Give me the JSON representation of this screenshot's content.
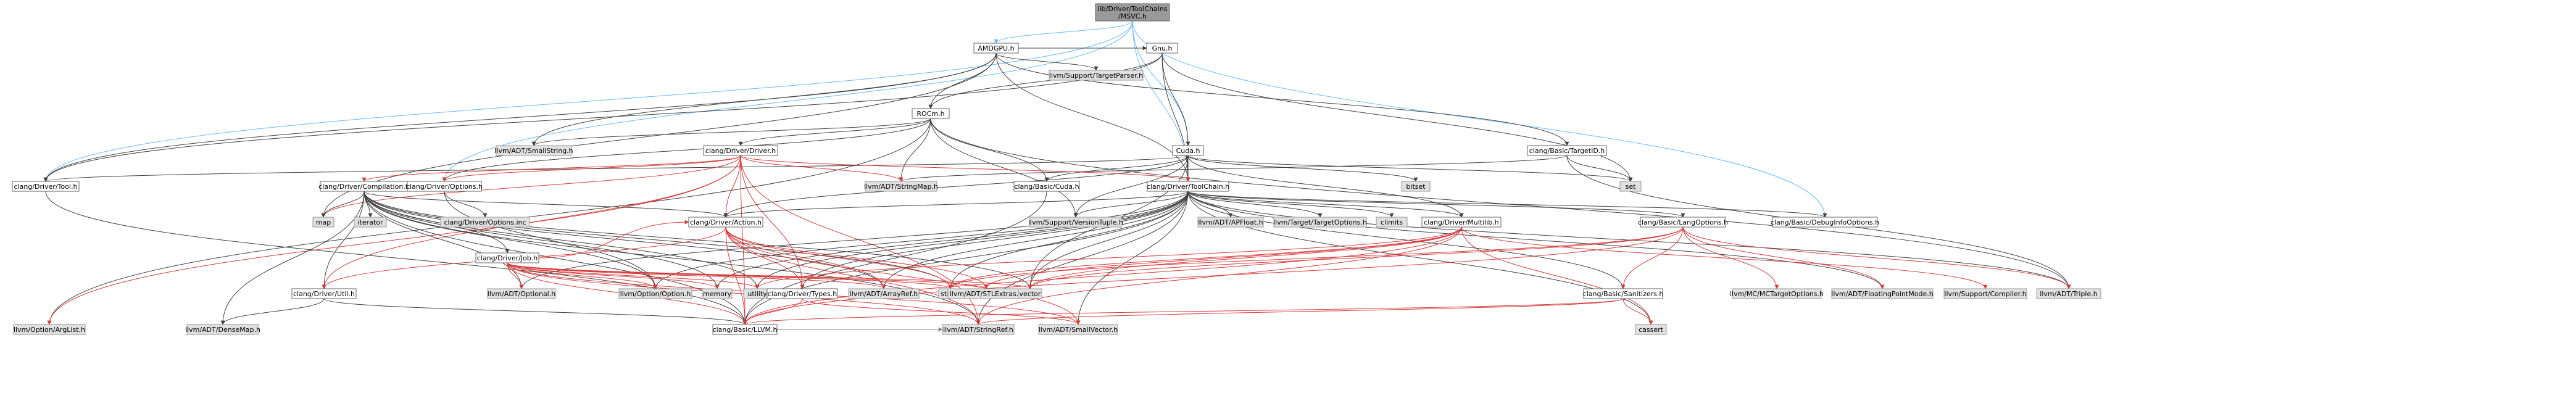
{
  "colors": {
    "root_fill": "#999999",
    "root_stroke": "#666666",
    "doc_fill": "#ffffff",
    "doc_stroke": "#666666",
    "ext_fill": "#e0e0e0",
    "ext_stroke": "#999999",
    "edge_blue": "#63b8ff",
    "edge_red": "#d63a3a",
    "edge_dark": "#404040",
    "edge_gray": "#888888",
    "edge_green": "#2e8b57"
  },
  "nodes": [
    {
      "id": "root",
      "label": "lib/Driver/ToolChains\n/MSVC.h",
      "kind": "root"
    },
    {
      "id": "amdgpu",
      "label": "AMDGPU.h",
      "kind": "doc"
    },
    {
      "id": "gnu",
      "label": "Gnu.h",
      "kind": "doc"
    },
    {
      "id": "targetparser",
      "label": "llvm/Support/TargetParser.h",
      "kind": "ext"
    },
    {
      "id": "rocm",
      "label": "ROCm.h",
      "kind": "doc"
    },
    {
      "id": "targetid",
      "label": "clang/Basic/TargetID.h",
      "kind": "doc"
    },
    {
      "id": "cuda",
      "label": "Cuda.h",
      "kind": "doc"
    },
    {
      "id": "smallstring",
      "label": "llvm/ADT/SmallString.h",
      "kind": "ext"
    },
    {
      "id": "driver",
      "label": "clang/Driver/Driver.h",
      "kind": "doc"
    },
    {
      "id": "tool",
      "label": "clang/Driver/Tool.h",
      "kind": "doc"
    },
    {
      "id": "compilation",
      "label": "clang/Driver/Compilation.h",
      "kind": "doc"
    },
    {
      "id": "options",
      "label": "clang/Driver/Options.h",
      "kind": "doc"
    },
    {
      "id": "stringmap",
      "label": "llvm/ADT/StringMap.h",
      "kind": "ext"
    },
    {
      "id": "basiccuda",
      "label": "clang/Basic/Cuda.h",
      "kind": "doc"
    },
    {
      "id": "toolchain",
      "label": "clang/Driver/ToolChain.h",
      "kind": "doc"
    },
    {
      "id": "bitset",
      "label": "bitset",
      "kind": "ext"
    },
    {
      "id": "set",
      "label": "set",
      "kind": "ext"
    },
    {
      "id": "map",
      "label": "map",
      "kind": "ext"
    },
    {
      "id": "iterator",
      "label": "iterator",
      "kind": "ext"
    },
    {
      "id": "optionsinc",
      "label": "clang/Driver/Options.inc",
      "kind": "ext"
    },
    {
      "id": "job",
      "label": "clang/Driver/Job.h",
      "kind": "doc"
    },
    {
      "id": "action",
      "label": "clang/Driver/Action.h",
      "kind": "doc"
    },
    {
      "id": "versiontuple",
      "label": "llvm/Support/VersionTuple.h",
      "kind": "ext"
    },
    {
      "id": "apfloat",
      "label": "llvm/ADT/APFloat.h",
      "kind": "ext"
    },
    {
      "id": "targetoptions",
      "label": "llvm/Target/TargetOptions.h",
      "kind": "ext"
    },
    {
      "id": "climits",
      "label": "climits",
      "kind": "ext"
    },
    {
      "id": "multilib",
      "label": "clang/Driver/Multilib.h",
      "kind": "doc"
    },
    {
      "id": "langoptions",
      "label": "clang/Basic/LangOptions.h",
      "kind": "doc"
    },
    {
      "id": "debuginfo",
      "label": "clang/Basic/DebugInfoOptions.h",
      "kind": "doc"
    },
    {
      "id": "util",
      "label": "clang/Driver/Util.h",
      "kind": "doc"
    },
    {
      "id": "optional",
      "label": "llvm/ADT/Optional.h",
      "kind": "ext"
    },
    {
      "id": "option",
      "label": "llvm/Option/Option.h",
      "kind": "ext"
    },
    {
      "id": "memory",
      "label": "memory",
      "kind": "ext"
    },
    {
      "id": "utility",
      "label": "utility",
      "kind": "ext"
    },
    {
      "id": "types",
      "label": "clang/Driver/Types.h",
      "kind": "doc"
    },
    {
      "id": "arrayref",
      "label": "llvm/ADT/ArrayRef.h",
      "kind": "ext"
    },
    {
      "id": "string",
      "label": "string",
      "kind": "ext"
    },
    {
      "id": "stlextras",
      "label": "llvm/ADT/STLExtras.h",
      "kind": "ext"
    },
    {
      "id": "vector",
      "label": "vector",
      "kind": "ext"
    },
    {
      "id": "sanitizers",
      "label": "clang/Basic/Sanitizers.h",
      "kind": "doc"
    },
    {
      "id": "mctarget",
      "label": "llvm/MC/MCTargetOptions.h",
      "kind": "ext"
    },
    {
      "id": "fpmode",
      "label": "llvm/ADT/FloatingPointMode.h",
      "kind": "ext"
    },
    {
      "id": "compiler",
      "label": "llvm/Support/Compiler.h",
      "kind": "ext"
    },
    {
      "id": "triple",
      "label": "llvm/ADT/Triple.h",
      "kind": "ext"
    },
    {
      "id": "arglist",
      "label": "llvm/Option/ArgList.h",
      "kind": "ext"
    },
    {
      "id": "densemap",
      "label": "llvm/ADT/DenseMap.h",
      "kind": "ext"
    },
    {
      "id": "llvm",
      "label": "clang/Basic/LLVM.h",
      "kind": "doc"
    },
    {
      "id": "stringref",
      "label": "llvm/ADT/StringRef.h",
      "kind": "ext"
    },
    {
      "id": "smallvector",
      "label": "llvm/ADT/SmallVector.h",
      "kind": "ext"
    },
    {
      "id": "cassert",
      "label": "cassert",
      "kind": "ext"
    }
  ],
  "edges": [
    [
      "root",
      "amdgpu",
      "blue"
    ],
    [
      "root",
      "cuda",
      "blue"
    ],
    [
      "root",
      "tool",
      "blue"
    ],
    [
      "root",
      "toolchain",
      "blue"
    ],
    [
      "root",
      "debuginfo",
      "blue"
    ],
    [
      "root",
      "options",
      "blue"
    ],
    [
      "amdgpu",
      "gnu",
      "dark"
    ],
    [
      "amdgpu",
      "targetparser",
      "dark"
    ],
    [
      "amdgpu",
      "rocm",
      "dark"
    ],
    [
      "amdgpu",
      "targetid",
      "dark"
    ],
    [
      "amdgpu",
      "tool",
      "dark"
    ],
    [
      "amdgpu",
      "toolchain",
      "dark"
    ],
    [
      "amdgpu",
      "map",
      "dark"
    ],
    [
      "amdgpu",
      "smallstring",
      "dark"
    ],
    [
      "gnu",
      "rocm",
      "dark"
    ],
    [
      "gnu",
      "cuda",
      "dark"
    ],
    [
      "gnu",
      "toolchain",
      "dark"
    ],
    [
      "gnu",
      "tool",
      "dark"
    ],
    [
      "gnu",
      "set",
      "dark"
    ],
    [
      "rocm",
      "smallstring",
      "dark"
    ],
    [
      "rocm",
      "driver",
      "dark"
    ],
    [
      "rocm",
      "options",
      "dark"
    ],
    [
      "rocm",
      "stringmap",
      "dark"
    ],
    [
      "rocm",
      "basiccuda",
      "dark"
    ],
    [
      "rocm",
      "versiontuple",
      "dark"
    ],
    [
      "rocm",
      "arglist",
      "dark"
    ],
    [
      "rocm",
      "triple",
      "dark"
    ],
    [
      "targetid",
      "set",
      "dark"
    ],
    [
      "targetid",
      "triple",
      "dark"
    ],
    [
      "targetid",
      "stringmap",
      "dark"
    ],
    [
      "cuda",
      "basiccuda",
      "dark"
    ],
    [
      "cuda",
      "action",
      "dark"
    ],
    [
      "cuda",
      "multilib",
      "dark"
    ],
    [
      "cuda",
      "tool",
      "dark"
    ],
    [
      "cuda",
      "toolchain",
      "dark"
    ],
    [
      "cuda",
      "versiontuple",
      "dark"
    ],
    [
      "cuda",
      "bitset",
      "dark"
    ],
    [
      "cuda",
      "set",
      "dark"
    ],
    [
      "cuda",
      "vector",
      "dark"
    ],
    [
      "driver",
      "compilation",
      "red"
    ],
    [
      "driver",
      "options",
      "red"
    ],
    [
      "driver",
      "action",
      "red"
    ],
    [
      "driver",
      "types",
      "red"
    ],
    [
      "driver",
      "toolchain",
      "red"
    ],
    [
      "driver",
      "util",
      "red"
    ],
    [
      "driver",
      "stringmap",
      "red"
    ],
    [
      "driver",
      "llvm",
      "red"
    ],
    [
      "driver",
      "map",
      "red"
    ],
    [
      "driver",
      "stringref",
      "red"
    ],
    [
      "driver",
      "arglist",
      "red"
    ],
    [
      "tool",
      "llvm",
      "dark"
    ],
    [
      "compilation",
      "action",
      "dark"
    ],
    [
      "compilation",
      "job",
      "dark"
    ],
    [
      "compilation",
      "util",
      "dark"
    ],
    [
      "compilation",
      "optional",
      "dark"
    ],
    [
      "compilation",
      "arrayref",
      "dark"
    ],
    [
      "compilation",
      "densemap",
      "dark"
    ],
    [
      "compilation",
      "option",
      "dark"
    ],
    [
      "compilation",
      "iterator",
      "dark"
    ],
    [
      "compilation",
      "map",
      "dark"
    ],
    [
      "compilation",
      "memory",
      "dark"
    ],
    [
      "compilation",
      "string",
      "dark"
    ],
    [
      "compilation",
      "utility",
      "dark"
    ],
    [
      "compilation",
      "vector",
      "dark"
    ],
    [
      "compilation",
      "llvm",
      "dark"
    ],
    [
      "compilation",
      "stringref",
      "dark"
    ],
    [
      "options",
      "optionsinc",
      "dark"
    ],
    [
      "options",
      "option",
      "dark"
    ],
    [
      "basiccuda",
      "llvm",
      "dark"
    ],
    [
      "toolchain",
      "action",
      "dark"
    ],
    [
      "toolchain",
      "multilib",
      "dark"
    ],
    [
      "toolchain",
      "types",
      "dark"
    ],
    [
      "toolchain",
      "langoptions",
      "dark"
    ],
    [
      "toolchain",
      "debuginfo",
      "dark"
    ],
    [
      "toolchain",
      "sanitizers",
      "dark"
    ],
    [
      "toolchain",
      "apfloat",
      "dark"
    ],
    [
      "toolchain",
      "targetoptions",
      "dark"
    ],
    [
      "toolchain",
      "climits",
      "dark"
    ],
    [
      "toolchain",
      "versiontuple",
      "dark"
    ],
    [
      "toolchain",
      "triple",
      "dark"
    ],
    [
      "toolchain",
      "option",
      "dark"
    ],
    [
      "toolchain",
      "memory",
      "dark"
    ],
    [
      "toolchain",
      "string",
      "dark"
    ],
    [
      "toolchain",
      "utility",
      "dark"
    ],
    [
      "toolchain",
      "vector",
      "dark"
    ],
    [
      "toolchain",
      "cassert",
      "dark"
    ],
    [
      "toolchain",
      "llvm",
      "dark"
    ],
    [
      "toolchain",
      "arrayref",
      "dark"
    ],
    [
      "toolchain",
      "smallvector",
      "dark"
    ],
    [
      "toolchain",
      "stringref",
      "dark"
    ],
    [
      "toolchain",
      "optional",
      "dark"
    ],
    [
      "toolchain",
      "fpmode",
      "dark"
    ],
    [
      "job",
      "action",
      "red"
    ],
    [
      "job",
      "llvm",
      "red"
    ],
    [
      "job",
      "utility",
      "red"
    ],
    [
      "job",
      "arrayref",
      "red"
    ],
    [
      "job",
      "smallvector",
      "red"
    ],
    [
      "job",
      "stringref",
      "red"
    ],
    [
      "job",
      "optional",
      "red"
    ],
    [
      "job",
      "option",
      "red"
    ],
    [
      "job",
      "memory",
      "red"
    ],
    [
      "job",
      "string",
      "red"
    ],
    [
      "job",
      "vector",
      "red"
    ],
    [
      "job",
      "stlextras",
      "red"
    ],
    [
      "action",
      "types",
      "red"
    ],
    [
      "action",
      "util",
      "red"
    ],
    [
      "action",
      "llvm",
      "red"
    ],
    [
      "action",
      "arrayref",
      "red"
    ],
    [
      "action",
      "stlextras",
      "red"
    ],
    [
      "action",
      "smallvector",
      "red"
    ],
    [
      "action",
      "stringref",
      "red"
    ],
    [
      "action",
      "string",
      "red"
    ],
    [
      "multilib",
      "llvm",
      "red"
    ],
    [
      "multilib",
      "compiler",
      "red"
    ],
    [
      "multilib",
      "cassert",
      "red"
    ],
    [
      "multilib",
      "string",
      "red"
    ],
    [
      "multilib",
      "utility",
      "red"
    ],
    [
      "multilib",
      "vector",
      "red"
    ],
    [
      "multilib",
      "stringref",
      "red"
    ],
    [
      "multilib",
      "stlextras",
      "red"
    ],
    [
      "langoptions",
      "sanitizers",
      "red"
    ],
    [
      "langoptions",
      "mctarget",
      "red"
    ],
    [
      "langoptions",
      "fpmode",
      "red"
    ],
    [
      "langoptions",
      "triple",
      "red"
    ],
    [
      "langoptions",
      "llvm",
      "red"
    ],
    [
      "langoptions",
      "string",
      "red"
    ],
    [
      "langoptions",
      "vector",
      "red"
    ],
    [
      "util",
      "llvm",
      "dark"
    ],
    [
      "util",
      "densemap",
      "dark"
    ],
    [
      "types",
      "llvm",
      "red"
    ],
    [
      "types",
      "smallvector",
      "red"
    ],
    [
      "sanitizers",
      "llvm",
      "red"
    ],
    [
      "sanitizers",
      "cassert",
      "red"
    ],
    [
      "sanitizers",
      "stringref",
      "red"
    ],
    [
      "llvm",
      "stringref",
      "gray"
    ]
  ]
}
